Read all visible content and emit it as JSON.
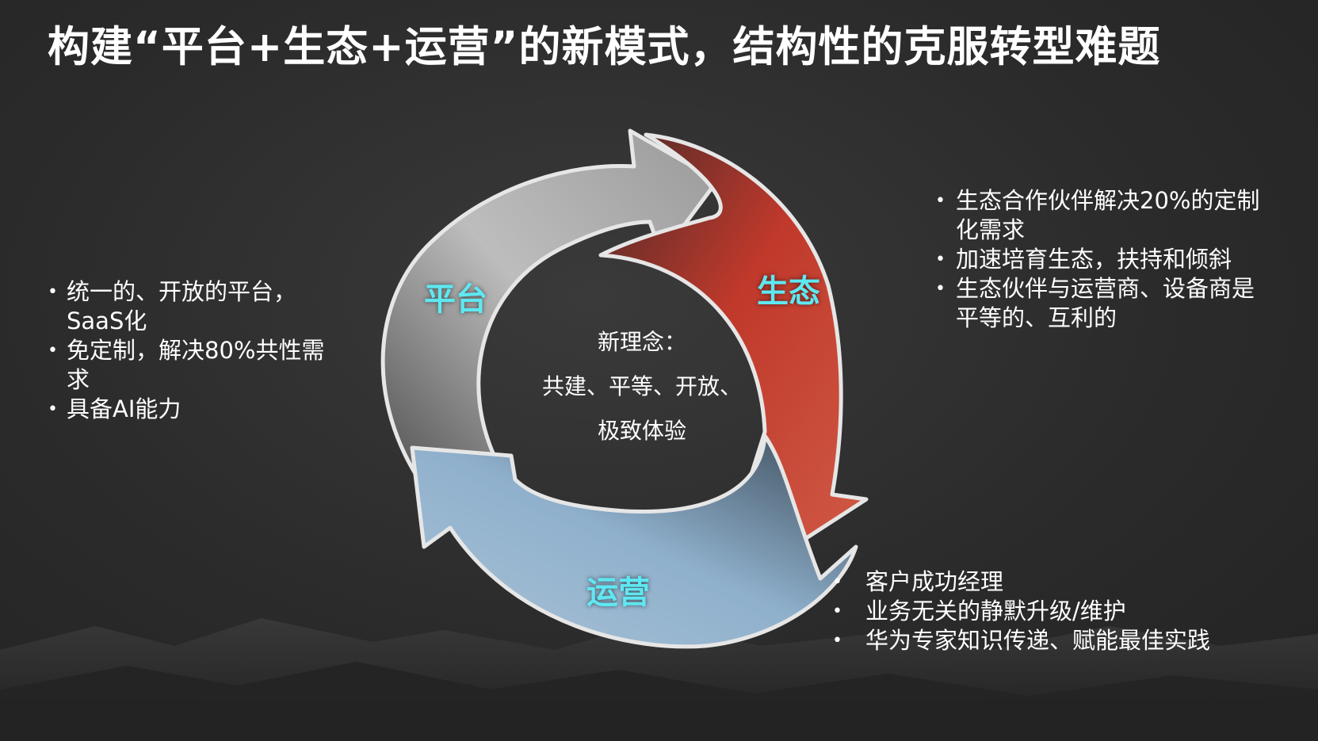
{
  "title": "构建“平台+生态+运营”的新模式，结构性的克服转型难题",
  "cycle": {
    "platform_label": "平台",
    "ecology_label": "生态",
    "operation_label": "运营",
    "center_lines": [
      "新理念：",
      "共建、平等、开放、",
      "极致体验"
    ]
  },
  "platform_points": [
    "统一的、开放的平台，SaaS化",
    "免定制，解决80%共性需求",
    "具备AI能力"
  ],
  "ecology_points": [
    "生态合作伙伴解决20%的定制化需求",
    "加速培育生态，扶持和倾斜",
    "生态伙伴与运营商、设备商是平等的、互利的"
  ],
  "operation_points": [
    "客户成功经理",
    "业务无关的静默升级/维护",
    "华为专家知识传递、赋能最佳实践"
  ],
  "colors": {
    "label": "#5ee8f2",
    "platform_arrow": "#bdbdbd",
    "ecology_arrow": "#c0392b",
    "operation_arrow": "#8fb0cc"
  }
}
